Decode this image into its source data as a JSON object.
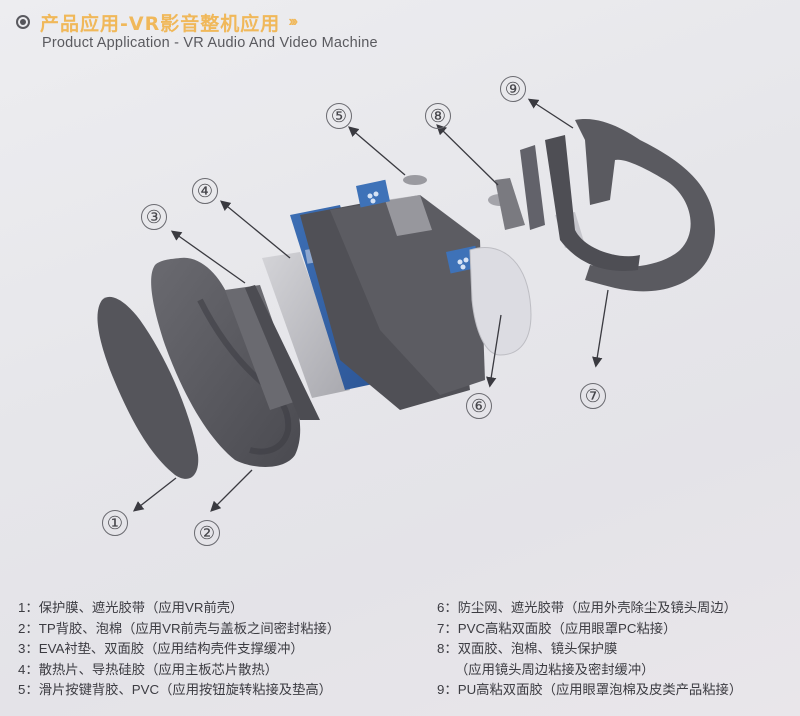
{
  "header": {
    "title_cn": "产品应用-VR影音整机应用",
    "title_arrows": "›››",
    "subtitle_en": "Product Application - VR Audio And Video Machine",
    "icon": "radio-bullet-icon",
    "accent_color": "#f0b85a"
  },
  "diagram": {
    "description": "Exploded view of VR headset components",
    "callouts": [
      {
        "id": "1",
        "label": "①"
      },
      {
        "id": "2",
        "label": "②"
      },
      {
        "id": "3",
        "label": "③"
      },
      {
        "id": "4",
        "label": "④"
      },
      {
        "id": "5",
        "label": "⑤"
      },
      {
        "id": "6",
        "label": "⑥"
      },
      {
        "id": "7",
        "label": "⑦"
      },
      {
        "id": "8",
        "label": "⑧"
      },
      {
        "id": "9",
        "label": "⑨"
      }
    ]
  },
  "legend": {
    "left": [
      {
        "num": "1：",
        "text": "保护膜、遮光胶带（应用VR前壳）"
      },
      {
        "num": "2：",
        "text": "TP背胶、泡棉（应用VR前壳与盖板之间密封粘接）"
      },
      {
        "num": "3：",
        "text": "EVA衬垫、双面胶（应用结构壳件支撑缓冲）"
      },
      {
        "num": "4：",
        "text": "散热片、导热硅胶（应用主板芯片散热）"
      },
      {
        "num": "5：",
        "text": "滑片按键背胶、PVC（应用按钮旋转粘接及垫高）"
      }
    ],
    "right": [
      {
        "num": "6：",
        "text": "防尘网、遮光胶带（应用外壳除尘及镜头周边）"
      },
      {
        "num": "7：",
        "text": "PVC高粘双面胶（应用眼罩PC粘接）"
      },
      {
        "num": "8：",
        "text": "双面胶、泡棉、镜头保护膜"
      },
      {
        "num": "",
        "text": "（应用镜头周边粘接及密封缓冲）"
      },
      {
        "num": "9：",
        "text": "PU高粘双面胶（应用眼罩泡棉及皮类产品粘接）"
      }
    ]
  }
}
